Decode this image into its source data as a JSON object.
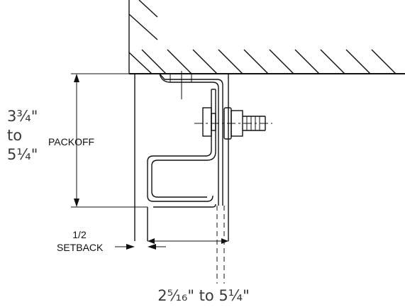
{
  "labels": {
    "packoff_range_line1": "3¾\"",
    "packoff_range_line2": "to",
    "packoff_range_line3": "5¼\"",
    "packoff": "PACKOFF",
    "setback_value": "1/2",
    "setback": "SETBACK",
    "bottom_range": "2⁵⁄₁₆\" to 5¼\""
  },
  "colors": {
    "line": "#111111",
    "text_large": "#3a3a3a",
    "background": "#ffffff"
  }
}
